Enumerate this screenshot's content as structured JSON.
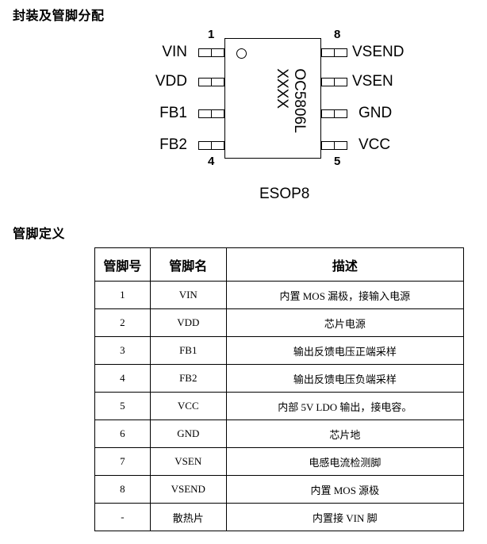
{
  "section_package": "封装及管脚分配",
  "section_definition": "管脚定义",
  "chip": {
    "marking_line1": "OC5806L",
    "marking_line2": "XXXX",
    "package": "ESOP8"
  },
  "pins_left": [
    {
      "num": "1",
      "label": "VIN"
    },
    {
      "num": "",
      "label": "VDD"
    },
    {
      "num": "",
      "label": "FB1"
    },
    {
      "num": "4",
      "label": "FB2"
    }
  ],
  "pins_right": [
    {
      "num": "8",
      "label": "VSEND"
    },
    {
      "num": "",
      "label": "VSEN"
    },
    {
      "num": "",
      "label": "GND"
    },
    {
      "num": "5",
      "label": "VCC"
    }
  ],
  "table": {
    "headers": [
      "管脚号",
      "管脚名",
      "描述"
    ],
    "rows": [
      [
        "1",
        "VIN",
        "内置 MOS 漏极，接输入电源"
      ],
      [
        "2",
        "VDD",
        "芯片电源"
      ],
      [
        "3",
        "FB1",
        "输出反馈电压正端采样"
      ],
      [
        "4",
        "FB2",
        "输出反馈电压负端采样"
      ],
      [
        "5",
        "VCC",
        "内部 5V LDO 输出，接电容。"
      ],
      [
        "6",
        "GND",
        "芯片地"
      ],
      [
        "7",
        "VSEN",
        "电感电流检测脚"
      ],
      [
        "8",
        "VSEND",
        "内置 MOS 源极"
      ],
      [
        "-",
        "散热片",
        "内置接 VIN 脚"
      ]
    ]
  }
}
